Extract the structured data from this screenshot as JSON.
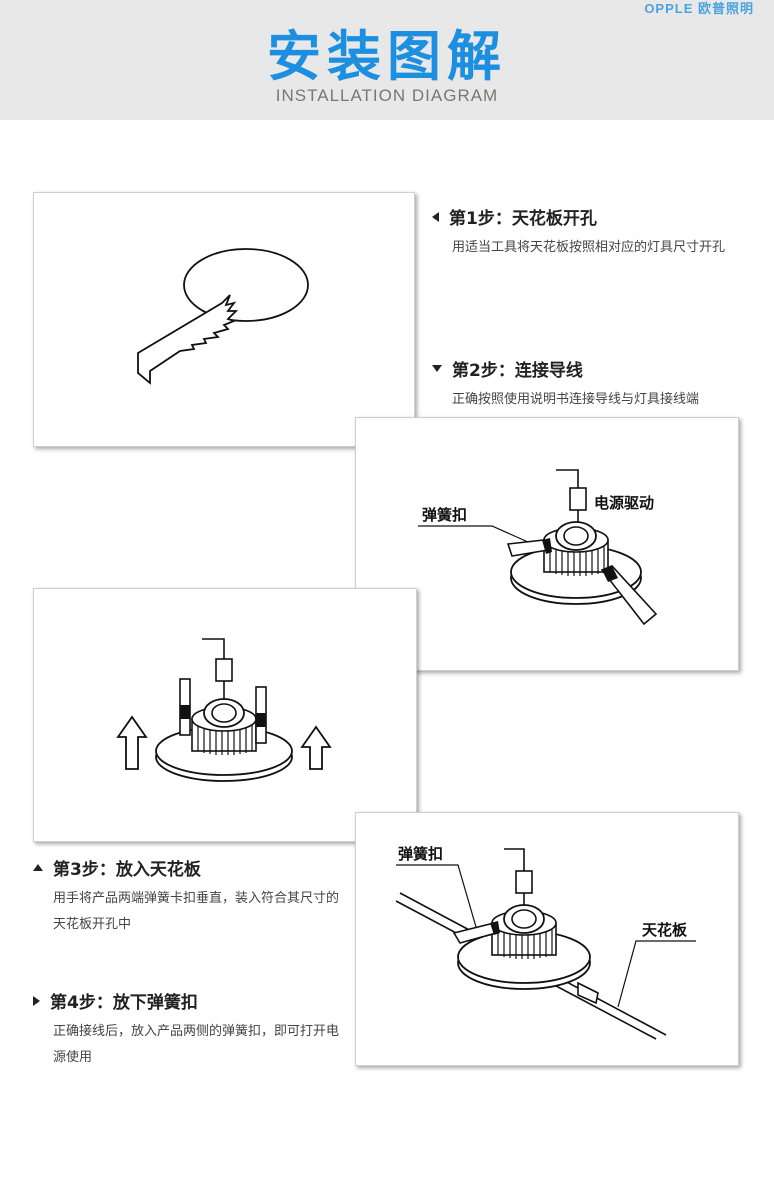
{
  "header": {
    "brand": "OPPLE 欧普照明",
    "title": "安装图解",
    "subtitle": "INSTALLATION DIAGRAM"
  },
  "steps": [
    {
      "title": "第1步：天花板开孔",
      "desc": "用适当工具将天花板按照相对应的灯具尺寸开孔"
    },
    {
      "title": "第2步：连接导线",
      "desc": "正确按照使用说明书连接导线与灯具接线端"
    },
    {
      "title": "第3步：放入天花板",
      "desc": "用手将产品两端弹簧卡扣垂直，装入符合其尺寸的天花板开孔中"
    },
    {
      "title": "第4步：放下弹簧扣",
      "desc": "正确接线后，放入产品两侧的弹簧扣，即可打开电源使用"
    }
  ],
  "labels": {
    "spring_clip": "弹簧扣",
    "power_driver": "电源驱动",
    "ceiling": "天花板"
  }
}
